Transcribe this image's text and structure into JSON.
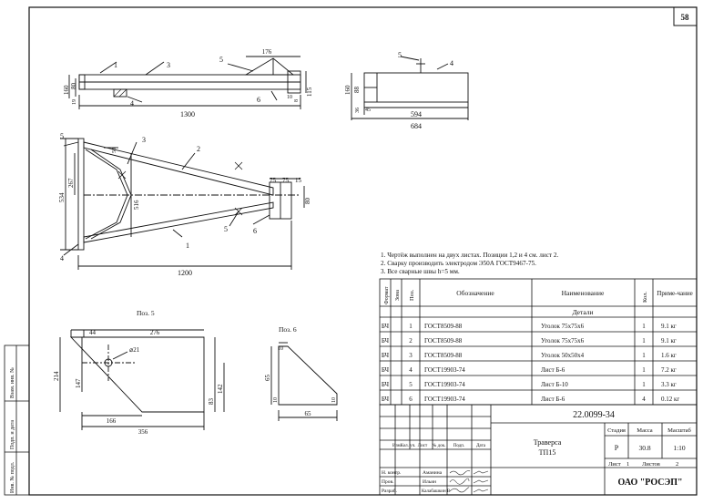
{
  "sheet_number": "58",
  "notes": [
    "1. Чертёж выполнен на двух листах. Позиции 1,2 и 4 см. лист 2.",
    "2. Сварку производить электродом Э50А ГОСТ9467-75.",
    "3. Все сварные швы h=5 мм."
  ],
  "views": {
    "top": {
      "leaders": [
        "1",
        "3",
        "4",
        "5",
        "6"
      ],
      "dims": {
        "overall_length": "1300",
        "d176": "176",
        "h160": "160",
        "h80": "80",
        "h19": "19",
        "d10": "10",
        "d8": "8",
        "d115": "115"
      }
    },
    "side": {
      "leaders": [
        "4",
        "5"
      ],
      "dims": {
        "w594": "594",
        "w684": "684",
        "h160": "160",
        "h88": "88",
        "h36": "36",
        "h45": "45"
      }
    },
    "plan": {
      "leaders": [
        "1",
        "2",
        "3",
        "4",
        "5",
        "6"
      ],
      "dims": {
        "length": "1200",
        "h534": "534",
        "h267": "267",
        "h516": "516",
        "d50": "50",
        "d75a": "75",
        "d75b": "75",
        "d15": "15",
        "d80": "80"
      }
    },
    "pos5": {
      "title": "Поз. 5",
      "dims": {
        "d44": "44",
        "d276": "276",
        "hole": "⌀21",
        "h214": "214",
        "h147": "147",
        "h83": "83",
        "h142": "142",
        "d166": "166",
        "d356": "356"
      }
    },
    "pos6": {
      "title": "Поз. 6",
      "dims": {
        "d10a": "10",
        "h65": "65",
        "d10b": "10",
        "d10c": "10",
        "w65": "65"
      }
    }
  },
  "spec_table": {
    "headers": {
      "format": "Формат",
      "zone": "Зона",
      "pos": "Поз.",
      "designation": "Обозначение",
      "name": "Наименование",
      "qty": "Кол.",
      "note": "Приме-чание"
    },
    "section": "Детали",
    "rows": [
      {
        "format": "БЧ",
        "pos": "1",
        "designation": "ГОСТ8509-88",
        "name": "Уголок 75x75x6",
        "qty": "1",
        "note": "9.1 кг"
      },
      {
        "format": "БЧ",
        "pos": "2",
        "designation": "ГОСТ8509-88",
        "name": "Уголок 75x75x6",
        "qty": "1",
        "note": "9.1 кг"
      },
      {
        "format": "БЧ",
        "pos": "3",
        "designation": "ГОСТ8509-88",
        "name": "Уголок 50x50x4",
        "qty": "1",
        "note": "1.6 кг"
      },
      {
        "format": "БЧ",
        "pos": "4",
        "designation": "ГОСТ19903-74",
        "name": "Лист Б-6",
        "qty": "1",
        "note": "7.2 кг"
      },
      {
        "format": "БЧ",
        "pos": "5",
        "designation": "ГОСТ19903-74",
        "name": "Лист Б-10",
        "qty": "1",
        "note": "3.3 кг"
      },
      {
        "format": "БЧ",
        "pos": "6",
        "designation": "ГОСТ19903-74",
        "name": "Лист Б-6",
        "qty": "4",
        "note": "0.12 кг"
      }
    ]
  },
  "title_block": {
    "doc_code": "22.0099-34",
    "title_line1": "Траверса",
    "title_line2": "ТП15",
    "stage_label": "Стадия",
    "mass_label": "Масса",
    "scale_label": "Масштаб",
    "stage": "Р",
    "mass": "30.8",
    "scale": "1:10",
    "sheet_label": "Лист",
    "sheet": "1",
    "sheets_label": "Листов",
    "sheets": "2",
    "company": "ОАО \"РОСЭП\"",
    "rev_headers": [
      "Изм.",
      "Кол. уч.",
      "Лист",
      "№ док.",
      "Подп.",
      "Дата"
    ],
    "roles": [
      {
        "role": "Н. контр.",
        "name": "Аманина"
      },
      {
        "role": "Пров.",
        "name": "Ильин"
      },
      {
        "role": "Разраб.",
        "name": "Калабашкин В"
      }
    ]
  },
  "side_stamps": [
    "Инв. № подл.",
    "Подп. и дата",
    "Взам. инв. №"
  ]
}
